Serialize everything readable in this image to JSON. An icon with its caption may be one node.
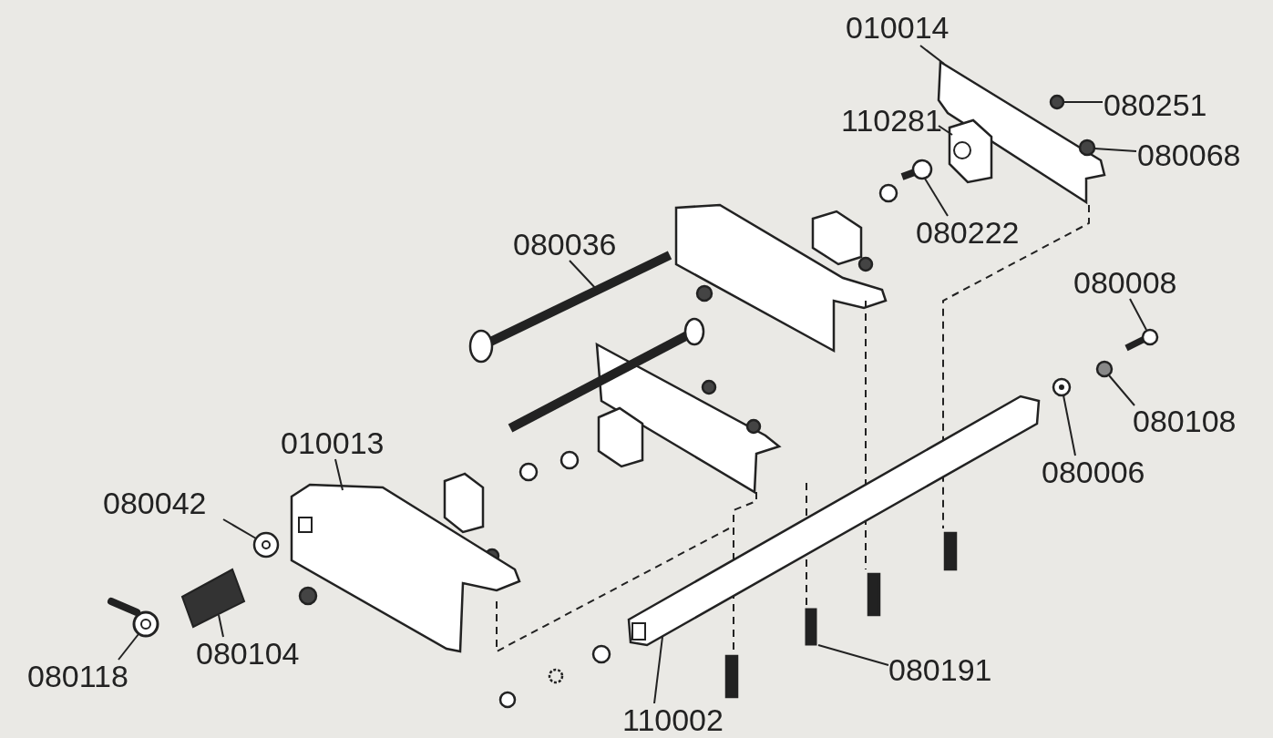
{
  "diagram": {
    "nodes": [
      {
        "text": [
          "010014"
        ]
      },
      {
        "text": [
          "080251"
        ]
      },
      {
        "text": [
          "110281"
        ]
      },
      {
        "text": [
          "080068"
        ]
      },
      {
        "text": [
          "080222"
        ]
      },
      {
        "text": [
          "080036"
        ]
      },
      {
        "text": [
          "080008"
        ]
      },
      {
        "text": [
          "080108"
        ]
      },
      {
        "text": [
          "080006"
        ]
      },
      {
        "text": [
          "010013"
        ]
      },
      {
        "text": [
          "080042"
        ]
      },
      {
        "text": [
          "080104"
        ]
      },
      {
        "text": [
          "080118"
        ]
      },
      {
        "text": [
          "080191"
        ]
      },
      {
        "text": [
          "110002"
        ]
      },
      {
        "text": [],
        "shape": "picture"
      },
      {
        "text": [],
        "shape": "circle"
      },
      {
        "text": [],
        "shape": "picture"
      },
      {
        "text": [],
        "shape": "circle"
      },
      {
        "text": [],
        "shape": "circle"
      },
      {
        "text": [],
        "shape": "picture"
      },
      {
        "text": [],
        "shape": "picture"
      },
      {
        "text": [],
        "shape": "circle"
      },
      {
        "text": [],
        "shape": "picture"
      },
      {
        "text": [],
        "shape": "picture"
      },
      {
        "text": [],
        "shape": "picture"
      },
      {
        "text": [],
        "shape": "picture"
      },
      {
        "text": [],
        "shape": "picture"
      },
      {
        "text": [],
        "shape": "box"
      },
      {
        "text": [],
        "shape": "picture"
      }
    ],
    "edges": [
      {
        "from": 0,
        "to": 15,
        "arrow": "none"
      },
      {
        "from": 1,
        "to": 16,
        "arrow": "none"
      },
      {
        "from": 2,
        "to": 17,
        "arrow": "none"
      },
      {
        "from": 3,
        "to": 18,
        "arrow": "none"
      },
      {
        "from": 4,
        "to": 19,
        "arrow": "none"
      },
      {
        "from": 5,
        "to": 20,
        "arrow": "none"
      },
      {
        "from": 6,
        "to": 21,
        "arrow": "none"
      },
      {
        "from": 7,
        "to": 22,
        "arrow": "none"
      },
      {
        "from": 8,
        "to": 23,
        "arrow": "none"
      },
      {
        "from": 9,
        "to": 24,
        "arrow": "none"
      },
      {
        "from": 10,
        "to": 25,
        "arrow": "none"
      },
      {
        "from": 11,
        "to": 26,
        "arrow": "none"
      },
      {
        "from": 12,
        "to": 27,
        "arrow": "none"
      },
      {
        "from": 13,
        "to": 28,
        "arrow": "none"
      },
      {
        "from": 14,
        "to": 29,
        "arrow": "none"
      }
    ]
  }
}
